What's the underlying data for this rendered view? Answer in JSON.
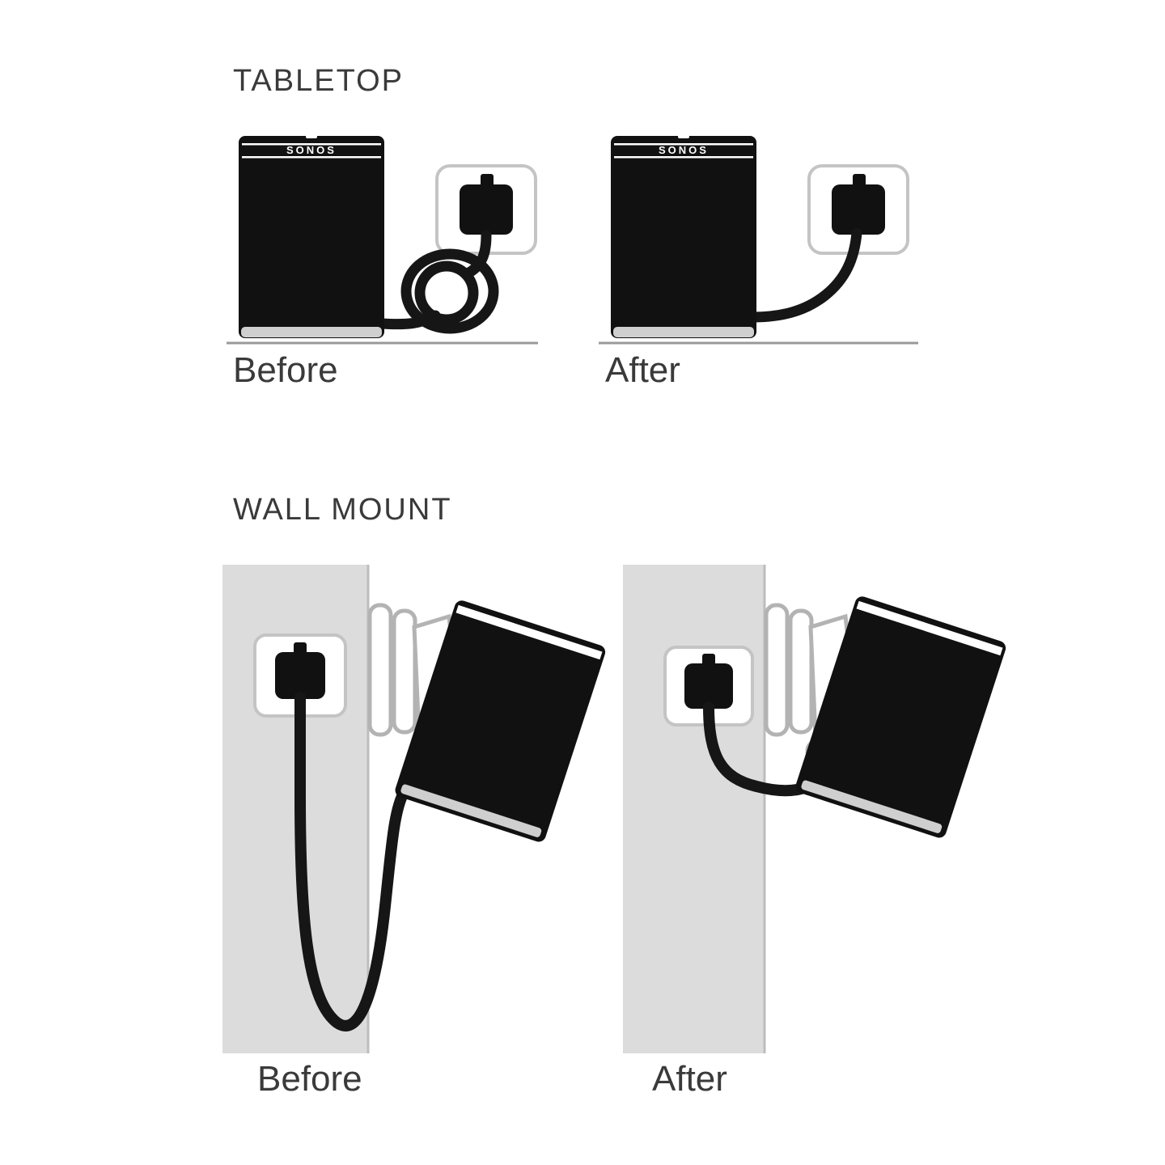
{
  "page": {
    "background": "#ffffff"
  },
  "colors": {
    "speaker_black": "#111111",
    "cable_black": "#161616",
    "wall_gray": "#dcdcdc",
    "wall_edge_gray": "#bdbdbd",
    "outlet_outline_gray": "#c4c4c4",
    "bracket_gray": "#b3b3b3",
    "floor_line_gray": "#999999",
    "speaker_base_gray": "#cfcfcf",
    "text_dark": "#3a3a3a",
    "brand_white": "#ffffff"
  },
  "speaker": {
    "brand": "SONOS"
  },
  "sections": {
    "tabletop": {
      "title": "TABLETOP",
      "before_label": "Before",
      "after_label": "After"
    },
    "wall_mount": {
      "title": "WALL MOUNT",
      "before_label": "Before",
      "after_label": "After"
    }
  }
}
